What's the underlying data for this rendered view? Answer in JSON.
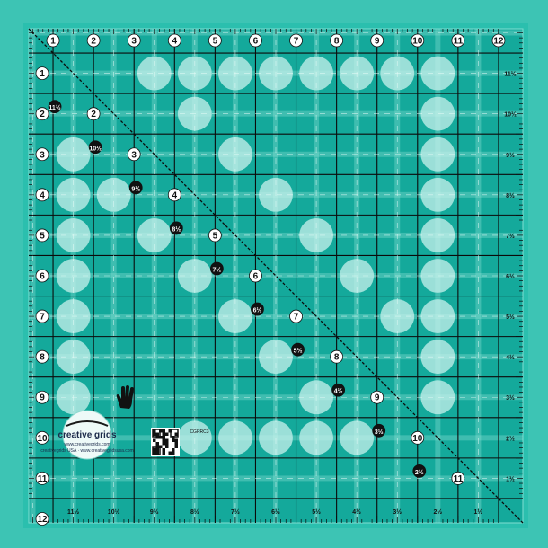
{
  "ruler": {
    "base_color": "#14a99b",
    "light_color": "#8fe3d8",
    "frame_color": "#2bbfae",
    "line_color": "#0b0b0b",
    "circle_color": "#c8f2ec",
    "top_numbers": [
      "1",
      "2",
      "3",
      "4",
      "5",
      "6",
      "7",
      "8",
      "9",
      "10",
      "11",
      "12"
    ],
    "left_numbers": [
      "1",
      "2",
      "3",
      "4",
      "5",
      "6",
      "7",
      "8",
      "9",
      "10",
      "11",
      "12"
    ],
    "diagonal_numbers": [
      "2",
      "3",
      "4",
      "5",
      "6",
      "7",
      "8",
      "9",
      "10",
      "11"
    ],
    "diagonal_fractions": [
      "11½",
      "10½",
      "9½",
      "8½",
      "7½",
      "6½",
      "5½",
      "4½",
      "3½",
      "2½"
    ],
    "right_fractions": [
      "11½",
      "10½",
      "9½",
      "8½",
      "7½",
      "6½",
      "5½",
      "4½",
      "3½",
      "2½",
      "1½"
    ],
    "bottom_fractions": [
      "11½",
      "10½",
      "9½",
      "8½",
      "7½",
      "6½",
      "5½",
      "4½",
      "3½",
      "2½",
      "1½"
    ],
    "hand_icon": "hand-icon",
    "logo": {
      "brand": "creative grids",
      "line1": "www.creativegrids.com",
      "line2": "creativegrids USA · www.creativegridsusa.com"
    },
    "qr_icon": "qr-code-icon",
    "designer": {
      "code": "CGRRC3"
    }
  }
}
